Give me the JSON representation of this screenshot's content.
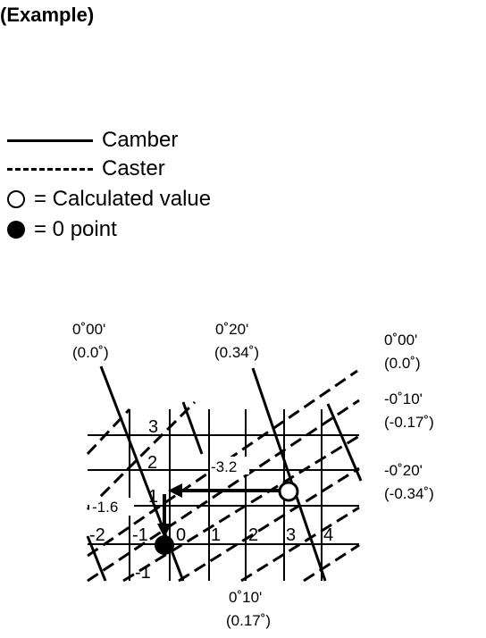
{
  "title": "(Example)",
  "legend": [
    {
      "symbol": "solid-line",
      "label": "Camber"
    },
    {
      "symbol": "dashed-line",
      "label": "Caster"
    },
    {
      "symbol": "open-circle",
      "label": "= Calculated value"
    },
    {
      "symbol": "filled-circle",
      "label": "= 0 point"
    }
  ],
  "camber_labels": [
    {
      "deg": "0˚00'",
      "dec": "(0.0˚)"
    },
    {
      "deg": "0˚20'",
      "dec": "(0.34˚)"
    },
    {
      "deg": "0˚10'",
      "dec": "(0.17˚)"
    }
  ],
  "caster_labels": [
    {
      "deg": "0˚00'",
      "dec": "(0.0˚)"
    },
    {
      "deg": "-0˚10'",
      "dec": "(-0.17˚)"
    },
    {
      "deg": "-0˚20'",
      "dec": "(-0.34˚)"
    }
  ],
  "x_ticks": [
    "-2",
    "-1",
    "0",
    "1",
    "2",
    "3",
    "4"
  ],
  "y_ticks": [
    "3",
    "2",
    "1",
    "-1"
  ],
  "annotations": {
    "horizontal_value": "-3.2",
    "vertical_value": "-1.6"
  }
}
